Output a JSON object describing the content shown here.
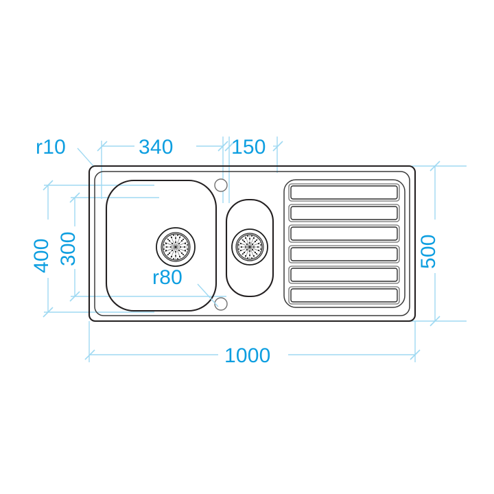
{
  "drawing": {
    "title": "Kitchen sink plan view dimensioned drawing",
    "units": "mm",
    "background_color": "#ffffff",
    "dimension_text_color": "#0d9ee0",
    "dimension_line_color": "#9fd9f2",
    "outline_color": "#231f20"
  },
  "dimensions": {
    "top": [
      {
        "id": "radius-corner",
        "label": "r10",
        "kind": "radius-leader",
        "value": 10
      },
      {
        "id": "bowl-width",
        "label": "340",
        "kind": "linear-horizontal",
        "value": 340
      },
      {
        "id": "small-bowl-width",
        "label": "150",
        "kind": "linear-horizontal",
        "value": 150
      }
    ],
    "left": [
      {
        "id": "overall-depth-inner",
        "label": "400",
        "kind": "linear-vertical",
        "value": 400
      },
      {
        "id": "bowl-depth",
        "label": "300",
        "kind": "linear-vertical",
        "value": 300
      }
    ],
    "right": [
      {
        "id": "overall-depth",
        "label": "500",
        "kind": "linear-vertical",
        "value": 500
      }
    ],
    "bottom": [
      {
        "id": "overall-width",
        "label": "1000",
        "kind": "linear-horizontal",
        "value": 1000
      }
    ],
    "interior": [
      {
        "id": "bowl-corner-radius",
        "label": "r80",
        "kind": "radius-leader",
        "value": 80
      }
    ]
  },
  "part": {
    "name": "inset kitchen sink",
    "features": {
      "main_bowl": {
        "name": "large-bowl",
        "corner_radius_label": "r80"
      },
      "small_bowl": {
        "name": "half-bowl"
      },
      "drainer": {
        "name": "drainer-board",
        "groove_count": 6
      },
      "tap_holes": {
        "name": "tap-hole",
        "count": 2
      },
      "drains": {
        "name": "drain-strainer",
        "count": 2
      }
    }
  }
}
